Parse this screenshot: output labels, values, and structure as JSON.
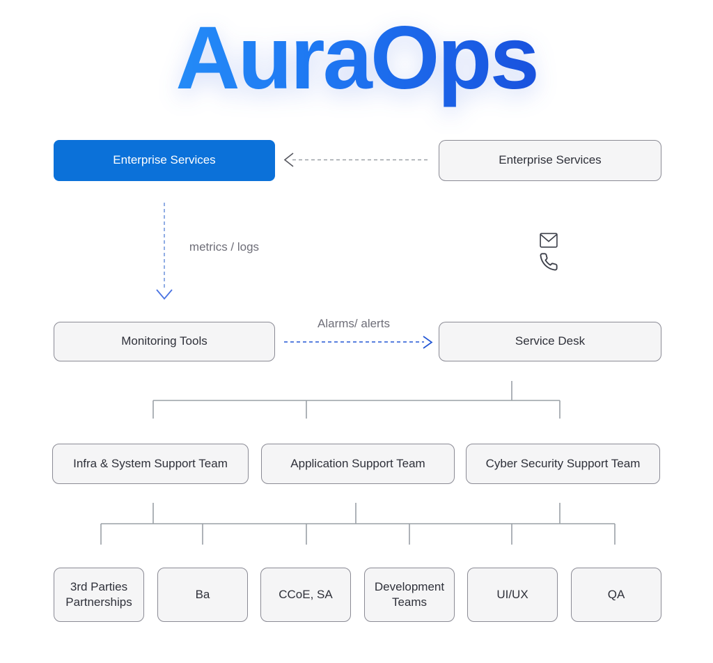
{
  "title": "AuraOps",
  "flow": {
    "enterprise_left": {
      "label": "Enterprise Services"
    },
    "enterprise_right": {
      "label": "Enterprise Services"
    },
    "monitoring": {
      "label": "Monitoring Tools"
    },
    "service_desk": {
      "label": "Service Desk"
    },
    "edge_labels": {
      "metrics": "metrics / logs",
      "alarms": "Alarms/ alerts"
    },
    "teams": [
      {
        "label": "Infra & System Support Team"
      },
      {
        "label": "Application Support Team"
      },
      {
        "label": "Cyber Security Support Team"
      }
    ],
    "subteams": [
      {
        "label": "3rd Parties Partnerships"
      },
      {
        "label": "Ba"
      },
      {
        "label": "CCoE, SA"
      },
      {
        "label": "Development Teams"
      },
      {
        "label": "UI/UX"
      },
      {
        "label": "QA"
      }
    ],
    "icons": [
      {
        "name": "envelope-icon"
      },
      {
        "name": "phone-icon"
      }
    ]
  },
  "colors": {
    "title_gradient_start": "#2ba3fd",
    "title_gradient_end": "#1533cd",
    "primary_node_bg": "#0b71d9",
    "primary_node_text": "#ffffff",
    "node_bg": "#f5f5f6",
    "node_border": "#8a8a94",
    "node_text": "#2e3039",
    "connector_gray": "#9aa0a6",
    "arrow_gray_head": "#55565e",
    "arrow_blue": "#2155d4",
    "arrow_blue_light": "#7d9fe0",
    "edge_label_gray": "#6e6e78"
  }
}
